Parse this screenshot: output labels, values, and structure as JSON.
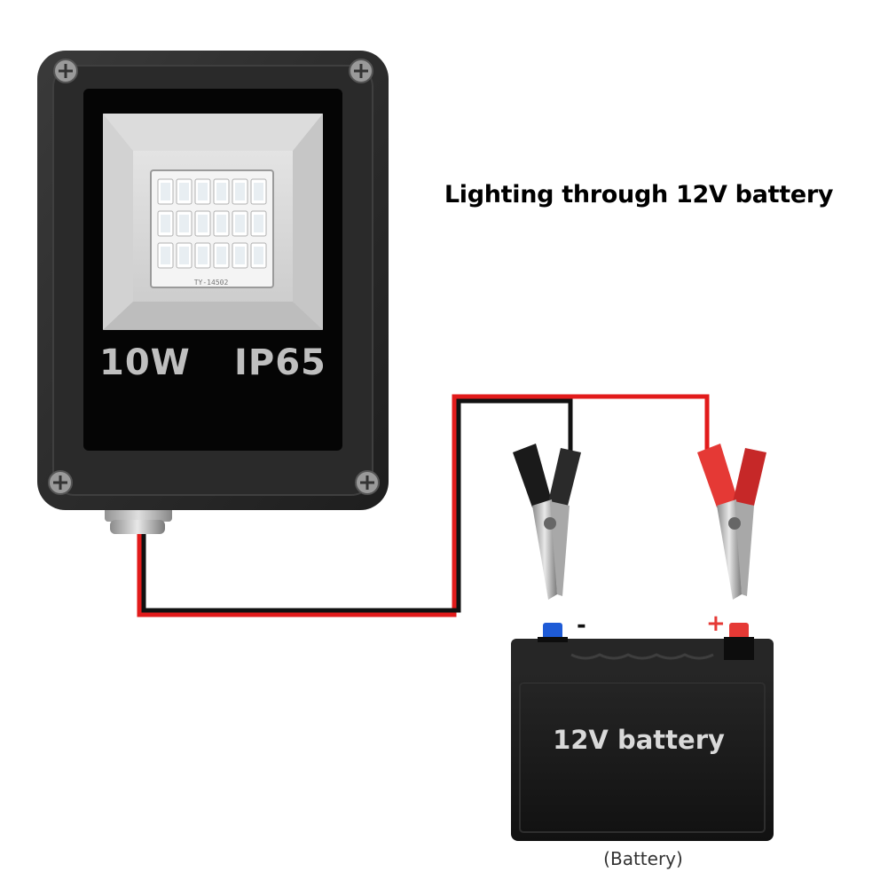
{
  "title": "Lighting through 12V battery",
  "floodlight": {
    "power_label": "10W",
    "rating_label": "IP65"
  },
  "battery": {
    "label": "12V battery",
    "caption": "(Battery)",
    "negative_symbol": "-",
    "positive_symbol": "+"
  },
  "colors": {
    "positive_wire": "#e21b1b",
    "negative_wire": "#111111",
    "housing": "#2b2b2b",
    "battery_body": "#1c1c1c",
    "negative_terminal": "#1e5bd6",
    "positive_terminal": "#e53935"
  },
  "icons": [
    "floodlight-icon",
    "led-chip-icon",
    "screw-icon",
    "cable-gland-icon",
    "alligator-clip-icon",
    "car-battery-icon"
  ]
}
